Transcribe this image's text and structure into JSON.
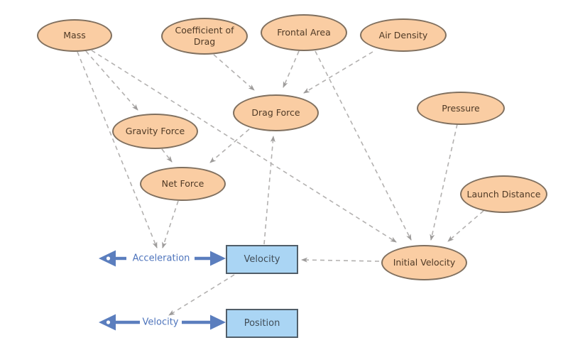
{
  "diagram": {
    "background": "#FFFFFF",
    "colors": {
      "converter_fill": "#FACDA3",
      "converter_border": "#80705F",
      "converter_text": "#4F3A26",
      "stock_fill": "#AAD5F4",
      "stock_border": "#515E69",
      "stock_text": "#414D57",
      "flow_arrow": "#5B7EBE",
      "flow_label_text": "#4E74BC",
      "connector_line": "#B3B1B0",
      "connector_arrowhead": "#9E9C9B"
    },
    "nodes": {
      "mass": {
        "label": "Mass",
        "type": "converter"
      },
      "coefficient_of_drag": {
        "label": "Coefficient of Drag",
        "type": "converter"
      },
      "frontal_area": {
        "label": "Frontal Area",
        "type": "converter"
      },
      "air_density": {
        "label": "Air Density",
        "type": "converter"
      },
      "drag_force": {
        "label": "Drag Force",
        "type": "converter"
      },
      "pressure": {
        "label": "Pressure",
        "type": "converter"
      },
      "gravity_force": {
        "label": "Gravity Force",
        "type": "converter"
      },
      "net_force": {
        "label": "Net Force",
        "type": "converter"
      },
      "launch_distance": {
        "label": "Launch Distance",
        "type": "converter"
      },
      "initial_velocity": {
        "label": "Initial Velocity",
        "type": "converter"
      },
      "velocity": {
        "label": "Velocity",
        "type": "stock"
      },
      "position": {
        "label": "Position",
        "type": "stock"
      }
    },
    "flows": {
      "acceleration": {
        "label": "Acceleration",
        "type": "biflow",
        "into": "velocity"
      },
      "velocity_flow": {
        "label": "Velocity",
        "type": "biflow",
        "into": "position"
      }
    },
    "edges": [
      {
        "from": "mass",
        "to": "gravity_force"
      },
      {
        "from": "mass",
        "to": "initial_velocity"
      },
      {
        "from": "mass",
        "to": "acceleration"
      },
      {
        "from": "coefficient_of_drag",
        "to": "drag_force"
      },
      {
        "from": "frontal_area",
        "to": "drag_force"
      },
      {
        "from": "frontal_area",
        "to": "initial_velocity"
      },
      {
        "from": "air_density",
        "to": "drag_force"
      },
      {
        "from": "pressure",
        "to": "initial_velocity"
      },
      {
        "from": "launch_distance",
        "to": "initial_velocity"
      },
      {
        "from": "gravity_force",
        "to": "net_force"
      },
      {
        "from": "drag_force",
        "to": "net_force"
      },
      {
        "from": "velocity",
        "to": "drag_force"
      },
      {
        "from": "net_force",
        "to": "acceleration"
      },
      {
        "from": "initial_velocity",
        "to": "velocity"
      },
      {
        "from": "velocity",
        "to": "velocity_flow"
      }
    ]
  }
}
